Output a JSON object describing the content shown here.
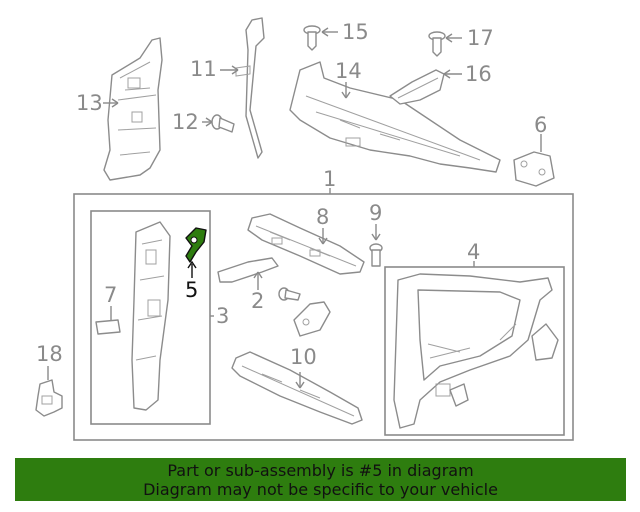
{
  "diagram": {
    "callouts": [
      "1",
      "2",
      "3",
      "4",
      "5",
      "6",
      "7",
      "8",
      "9",
      "10",
      "11",
      "12",
      "13",
      "14",
      "15",
      "16",
      "17",
      "18"
    ],
    "highlighted_part": "5",
    "highlight_color": "#2e7d0f"
  },
  "banner": {
    "line1": "Part or sub-assembly is #5 in diagram",
    "line2": "Diagram may not be specific to your vehicle",
    "background": "#2e7d0f"
  }
}
